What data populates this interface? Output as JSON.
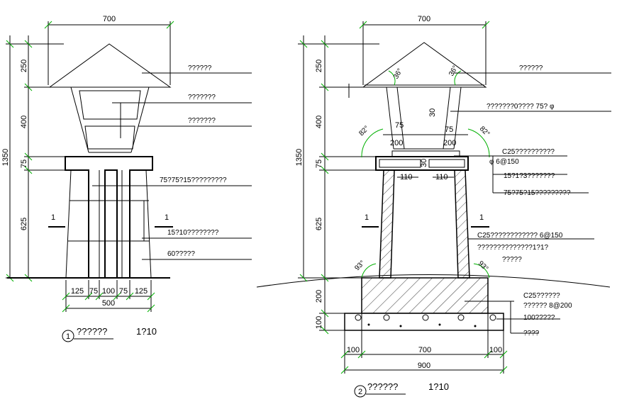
{
  "left": {
    "top_width": "700",
    "heights": [
      "250",
      "400",
      "75",
      "625"
    ],
    "total_height": "1350",
    "bottom_dims": [
      "125",
      "75",
      "100",
      "75",
      "125"
    ],
    "base_width": "500",
    "notes": [
      "??????",
      "???????",
      "???????",
      "75?75?15?????????",
      "15?10????????",
      "60?????"
    ],
    "section_mark": "1",
    "title_num": "1",
    "title": "??????",
    "scale": "1?10"
  },
  "right": {
    "top_width": "700",
    "heights": [
      "250",
      "400",
      "75",
      "625",
      "200",
      "100"
    ],
    "total_height": "1350",
    "angle_roof": "36°",
    "angle_post": "82°",
    "angle_base": "93°",
    "inner_dims": [
      "75",
      "75",
      "200",
      "200",
      "30",
      "30",
      "110",
      "110"
    ],
    "bottom_dims": [
      "100",
      "700",
      "100"
    ],
    "base_width": "900",
    "notes": [
      "??????",
      "???????0????     75?  φ",
      "C25??????????",
      "φ   6@150",
      "15?1?3???????",
      "75?75?15?????????",
      "C25????????????     6@150",
      "??????????????1?1?",
      "?????",
      "C25??????",
      "??????        8@200",
      "100?????",
      "????"
    ],
    "section_mark": "1",
    "title_num": "2",
    "title": "??????",
    "scale": "1?10"
  }
}
